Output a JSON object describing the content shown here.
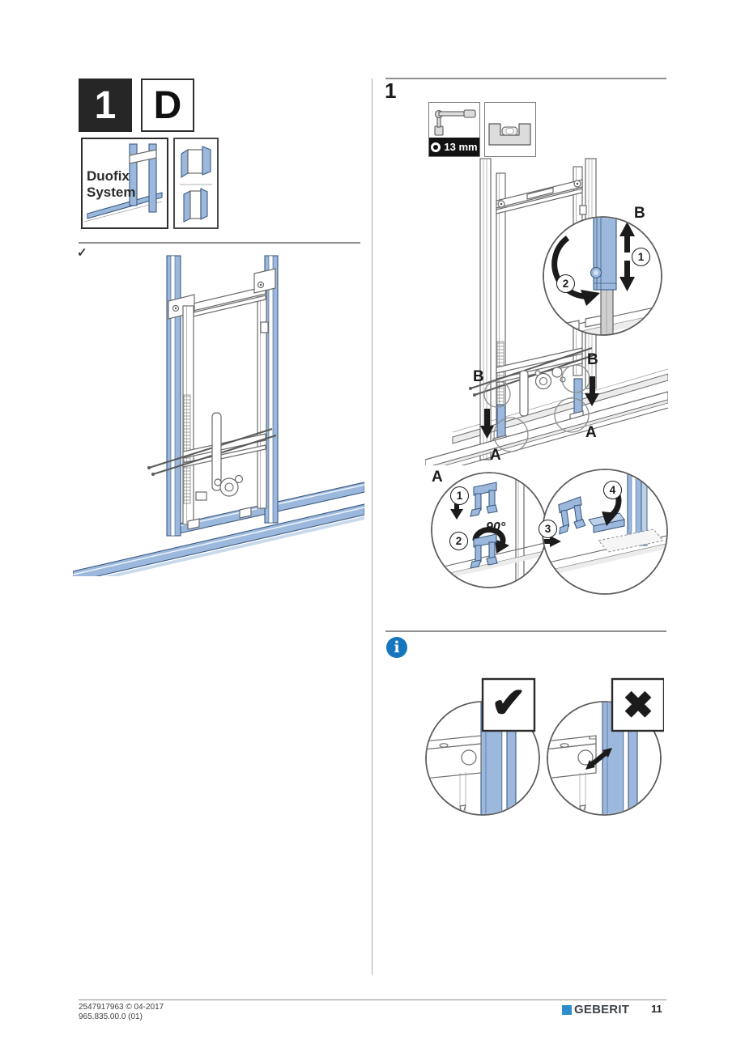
{
  "badges": {
    "step_box": "1",
    "variant_box": "D",
    "system_line1": "Duofix",
    "system_line2": "System"
  },
  "section_check": "✓",
  "step": {
    "number": "1"
  },
  "tools": {
    "wrench_icon": "socket-wrench-icon",
    "wrench_size": "13 mm",
    "level_icon": "spirit-level-icon"
  },
  "figure_main": {
    "label_b_detail": "B",
    "step_1": "1",
    "step_2": "2",
    "label_b_left": "B",
    "label_b_right": "B",
    "label_a_left": "A",
    "label_a_right": "A"
  },
  "figure_clips": {
    "label_a": "A",
    "step_1": "1",
    "step_2": "2",
    "angle": "90°",
    "step_3": "3",
    "step_4": "4"
  },
  "info": {
    "icon": "info-icon",
    "symbol": "i"
  },
  "validation": {
    "correct_mark": "✔",
    "wrong_mark": "✖"
  },
  "footer": {
    "doc_number": "2547917963 © 04-2017",
    "article_number": "965.835.00.0 (01)",
    "brand": "GEBERIT",
    "page_number": "11"
  },
  "colors": {
    "accent_blue": "#9cb9dd",
    "accent_blue_dark": "#3d5a82",
    "brand_blue": "#2e8ecb",
    "info_blue": "#1576bd",
    "ink": "#1c1c1c"
  }
}
